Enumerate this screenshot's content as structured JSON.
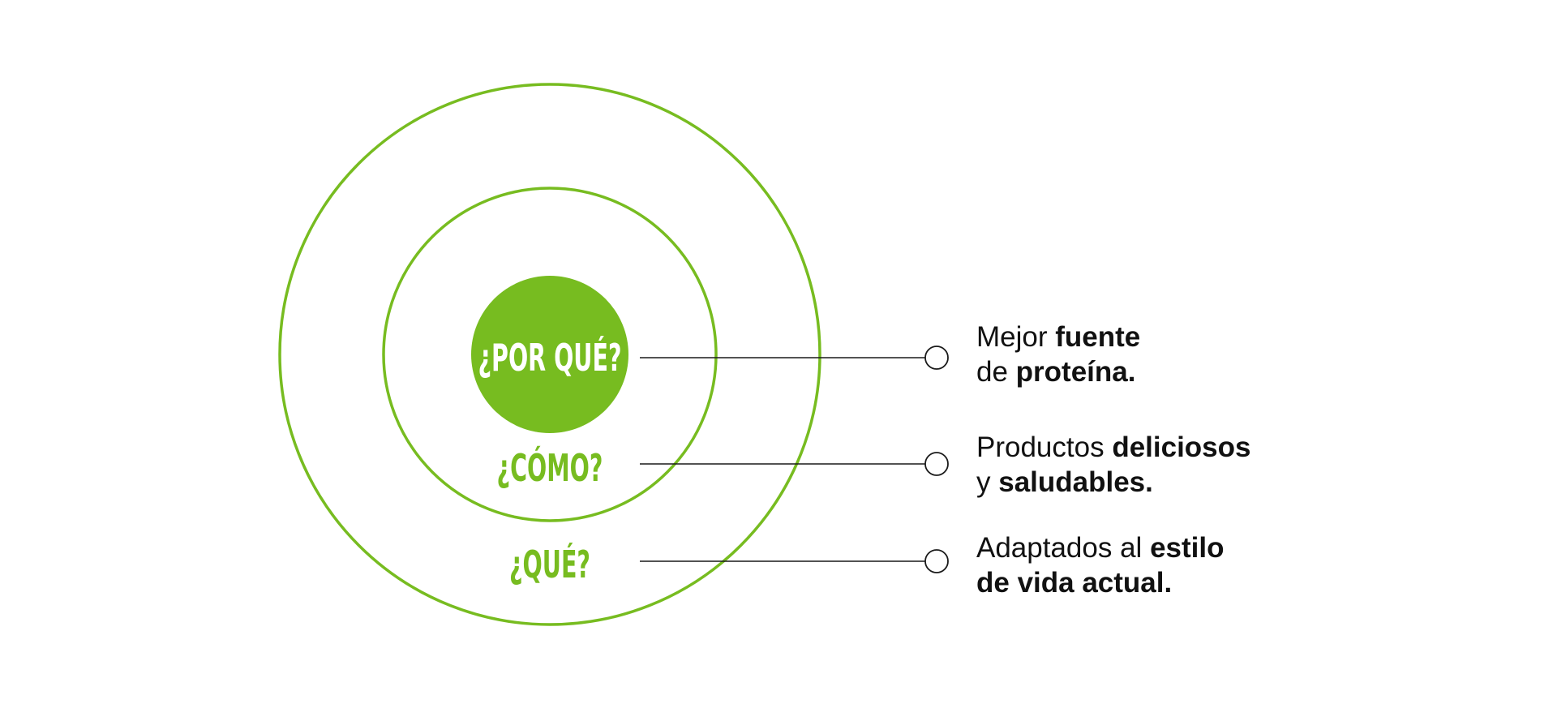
{
  "colors": {
    "accent": "#77BC20",
    "text": "#111111",
    "line": "#1a1a1a"
  },
  "circles": {
    "inner_label": "¿POR QUÉ?",
    "middle_label": "¿CÓMO?",
    "outer_label": "¿QUÉ?"
  },
  "items": [
    {
      "part1": "Mejor ",
      "bold1": "fuente",
      "part2": "de ",
      "bold2": "proteína."
    },
    {
      "part1": "Productos ",
      "bold1": "deliciosos",
      "part2": "y ",
      "bold2": "saludables."
    },
    {
      "part1": "Adaptados al ",
      "bold1": "estilo",
      "part2": "",
      "bold2": "de vida actual."
    }
  ]
}
